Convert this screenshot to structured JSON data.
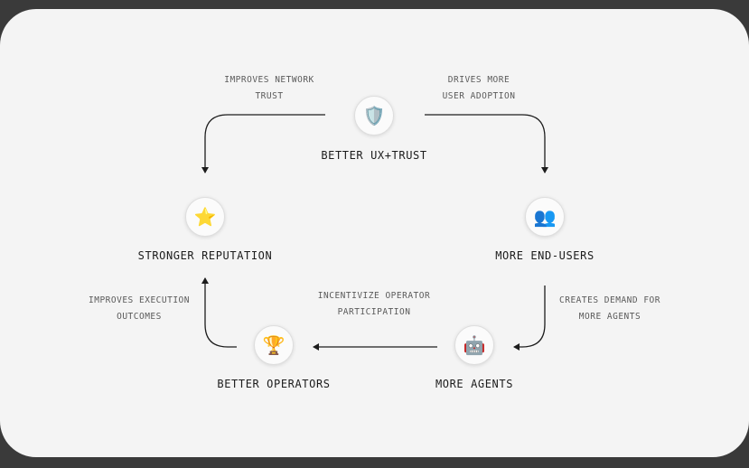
{
  "nodes": {
    "trust": {
      "label": "BETTER UX+TRUST",
      "icon": "shield-icon",
      "glyph": "🛡️"
    },
    "users": {
      "label": "MORE END-USERS",
      "icon": "users-icon",
      "glyph": "👥"
    },
    "agents": {
      "label": "MORE AGENTS",
      "icon": "robot-icon",
      "glyph": "🤖"
    },
    "operators": {
      "label": "BETTER OPERATORS",
      "icon": "trophy-icon",
      "glyph": "🏆"
    },
    "reputation": {
      "label": "STRONGER REPUTATION",
      "icon": "star-icon",
      "glyph": "⭐"
    }
  },
  "edges": {
    "trust_to_reputation": {
      "line1": "IMPROVES NETWORK",
      "line2": "TRUST"
    },
    "trust_to_users": {
      "line1": "DRIVES MORE",
      "line2": "USER ADOPTION"
    },
    "users_to_agents": {
      "line1": "CREATES DEMAND FOR",
      "line2": "MORE AGENTS"
    },
    "agents_to_operators": {
      "line1": "INCENTIVIZE OPERATOR",
      "line2": "PARTICIPATION"
    },
    "operators_to_reputation": {
      "line1": "IMPROVES EXECUTION",
      "line2": "OUTCOMES"
    }
  },
  "colors": {
    "background": "#3a3a3a",
    "card": "#f4f4f4",
    "arrow": "#1c1c1c"
  }
}
